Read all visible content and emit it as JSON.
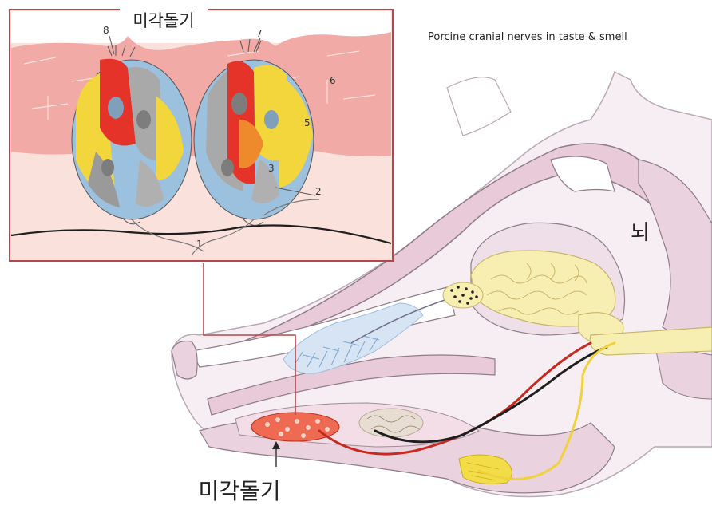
{
  "title": "Porcine cranial nerves in taste & smell",
  "inset": {
    "heading": "미각돌기",
    "numbers": [
      "8",
      "7",
      "6",
      "5",
      "3",
      "2",
      "1"
    ]
  },
  "labels": {
    "brain": "뇌",
    "taste_buds": "미각돌기"
  },
  "colors": {
    "inset_border": "#b5474b",
    "tissue": "#f8d7d3",
    "epithelium": "#f1aaa6",
    "nerve_red": "#c8281e",
    "nerve_black": "#1e1e1e",
    "nerve_yellow": "#f0d23c",
    "brain_fill": "#f7eeb2",
    "olfactory_blue": "#9fbfe0",
    "skull_fill": "#ead3de"
  }
}
